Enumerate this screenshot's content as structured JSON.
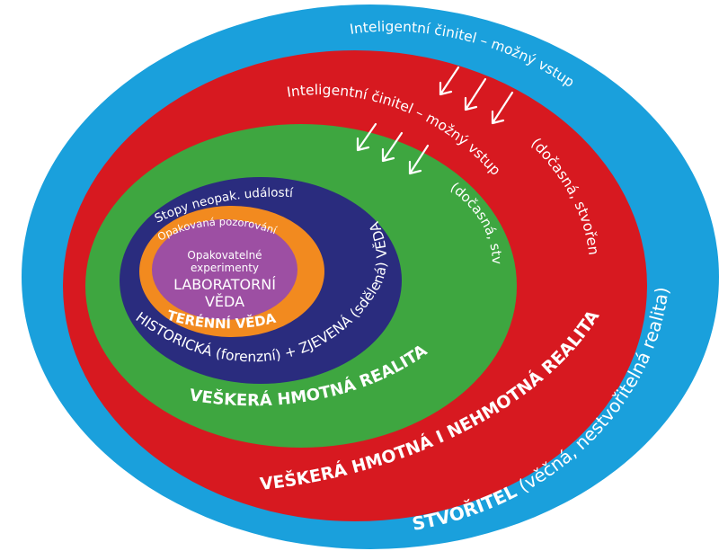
{
  "colors": {
    "blue": "#1aa0dc",
    "red": "#d71920",
    "green": "#3ea640",
    "navy": "#2a2c7e",
    "orange": "#f28a1f",
    "purple": "#9d4fa3",
    "text": "#ffffff"
  },
  "rings": {
    "creator": {
      "title": "STVOŘITEL",
      "subtitle": "(věčná, nestvořitelná realita)",
      "agent": "Inteligentní činitel – možný vstup"
    },
    "all_reality": {
      "title": "VEŠKERÁ HMOTNÁ I NEHMOTNÁ REALITA",
      "subtitle": "(dočasná, stvořená)",
      "agent": "Inteligentní činitel – možný vstup"
    },
    "material_reality": {
      "title": "VEŠKERÁ HMOTNÁ REALITA",
      "subtitle": "(dočasná, stvořená)"
    },
    "historical_science": {
      "title": "HISTORICKÁ (forenzní) + ZJEVENÁ (sdělená) VĚDA",
      "note": "Stopy neopak. událostí"
    },
    "field_science": {
      "title": "TERÉNNÍ VĚDA",
      "note": "Opakovaná pozorování"
    },
    "lab_science": {
      "note_line1": "Opakovatelné",
      "note_line2": "experimenty",
      "title_line1": "LABORATORNÍ",
      "title_line2": "VĚDA"
    }
  },
  "icons": {
    "arrows": "down-left-arrow-icon"
  }
}
